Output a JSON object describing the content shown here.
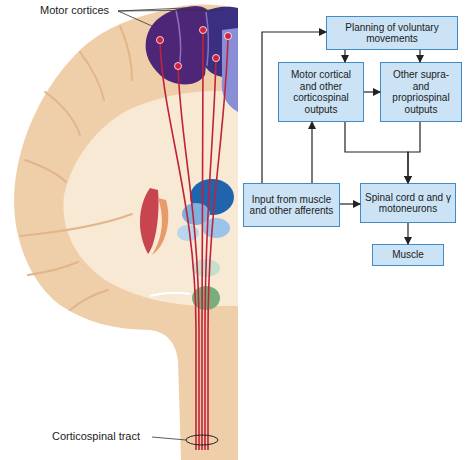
{
  "diagram": {
    "nodes": [
      {
        "text": [
          "Planning of voluntary movements"
        ]
      },
      {
        "text": [
          "Motor cortical and other corticospinal outputs"
        ]
      },
      {
        "text": [
          "Other supra- and propriospinal outputs"
        ]
      },
      {
        "text": [
          "Input from muscle and other afferents"
        ]
      },
      {
        "text": [
          "Spinal cord α and γ motoneurons"
        ]
      },
      {
        "text": [
          "Muscle"
        ]
      }
    ],
    "edges": [
      {
        "from": 0,
        "to": 1,
        "arrow": "to"
      },
      {
        "from": 0,
        "to": 2,
        "arrow": "to"
      },
      {
        "from": 1,
        "to": 2,
        "arrow": "to"
      },
      {
        "from": 1,
        "to": 4,
        "arrow": "to"
      },
      {
        "from": 2,
        "to": 4,
        "arrow": "to"
      },
      {
        "from": 3,
        "to": 4,
        "arrow": "to"
      },
      {
        "from": 3,
        "to": 1,
        "arrow": "to"
      },
      {
        "from": 3,
        "to": 0,
        "arrow": "to"
      },
      {
        "from": 4,
        "to": 5,
        "arrow": "to"
      }
    ],
    "labels": [
      "Motor cortices",
      "Corticospinal tract"
    ]
  }
}
